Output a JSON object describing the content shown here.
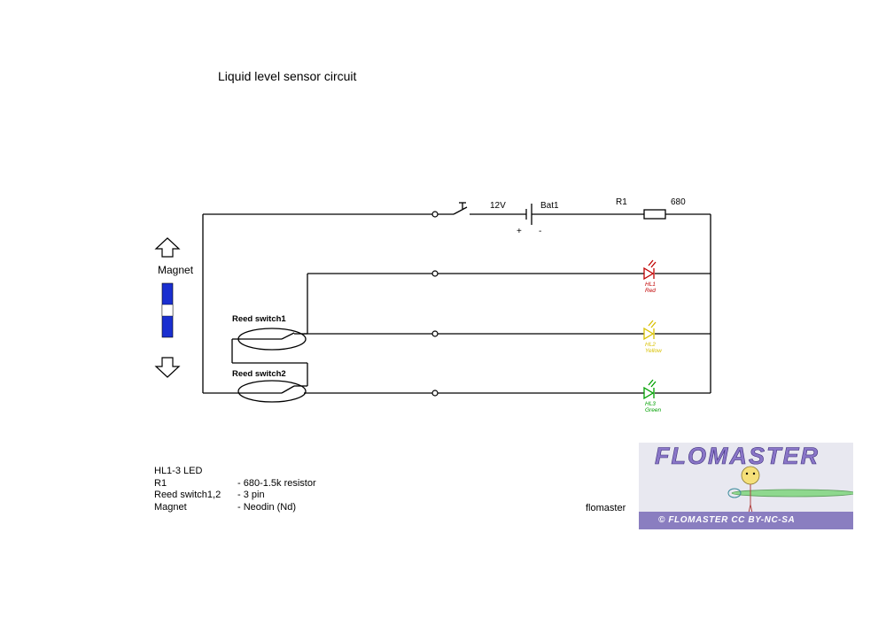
{
  "title": "Liquid level sensor circuit",
  "circuit": {
    "switch_voltage": "12V",
    "battery_label": "Bat1",
    "plus_label": "+",
    "minus_label": "-",
    "resistor_label": "R1",
    "resistor_value": "680",
    "magnet_label": "Magnet",
    "reed_switch_1": "Reed switch1",
    "reed_switch_2": "Reed switch2",
    "led1": {
      "name": "HL1",
      "color_name": "Red",
      "color": "#c00000"
    },
    "led2": {
      "name": "HL2",
      "color_name": "Yellow",
      "color": "#d8c000"
    },
    "led3": {
      "name": "HL3",
      "color_name": "Green",
      "color": "#00a000"
    },
    "magnet_color": "#1a2fd0"
  },
  "legend": [
    {
      "key": "HL1-3 LED",
      "value": ""
    },
    {
      "key": "R1",
      "value": "- 680-1.5k resistor"
    },
    {
      "key": "Reed switch1,2",
      "value": "- 3 pin"
    },
    {
      "key": "Magnet",
      "value": "- Neodin (Nd)"
    }
  ],
  "author": "flomaster",
  "logo": {
    "name": "FLOMASTER",
    "license": "© FLOMASTER CC BY-NC-SA"
  }
}
